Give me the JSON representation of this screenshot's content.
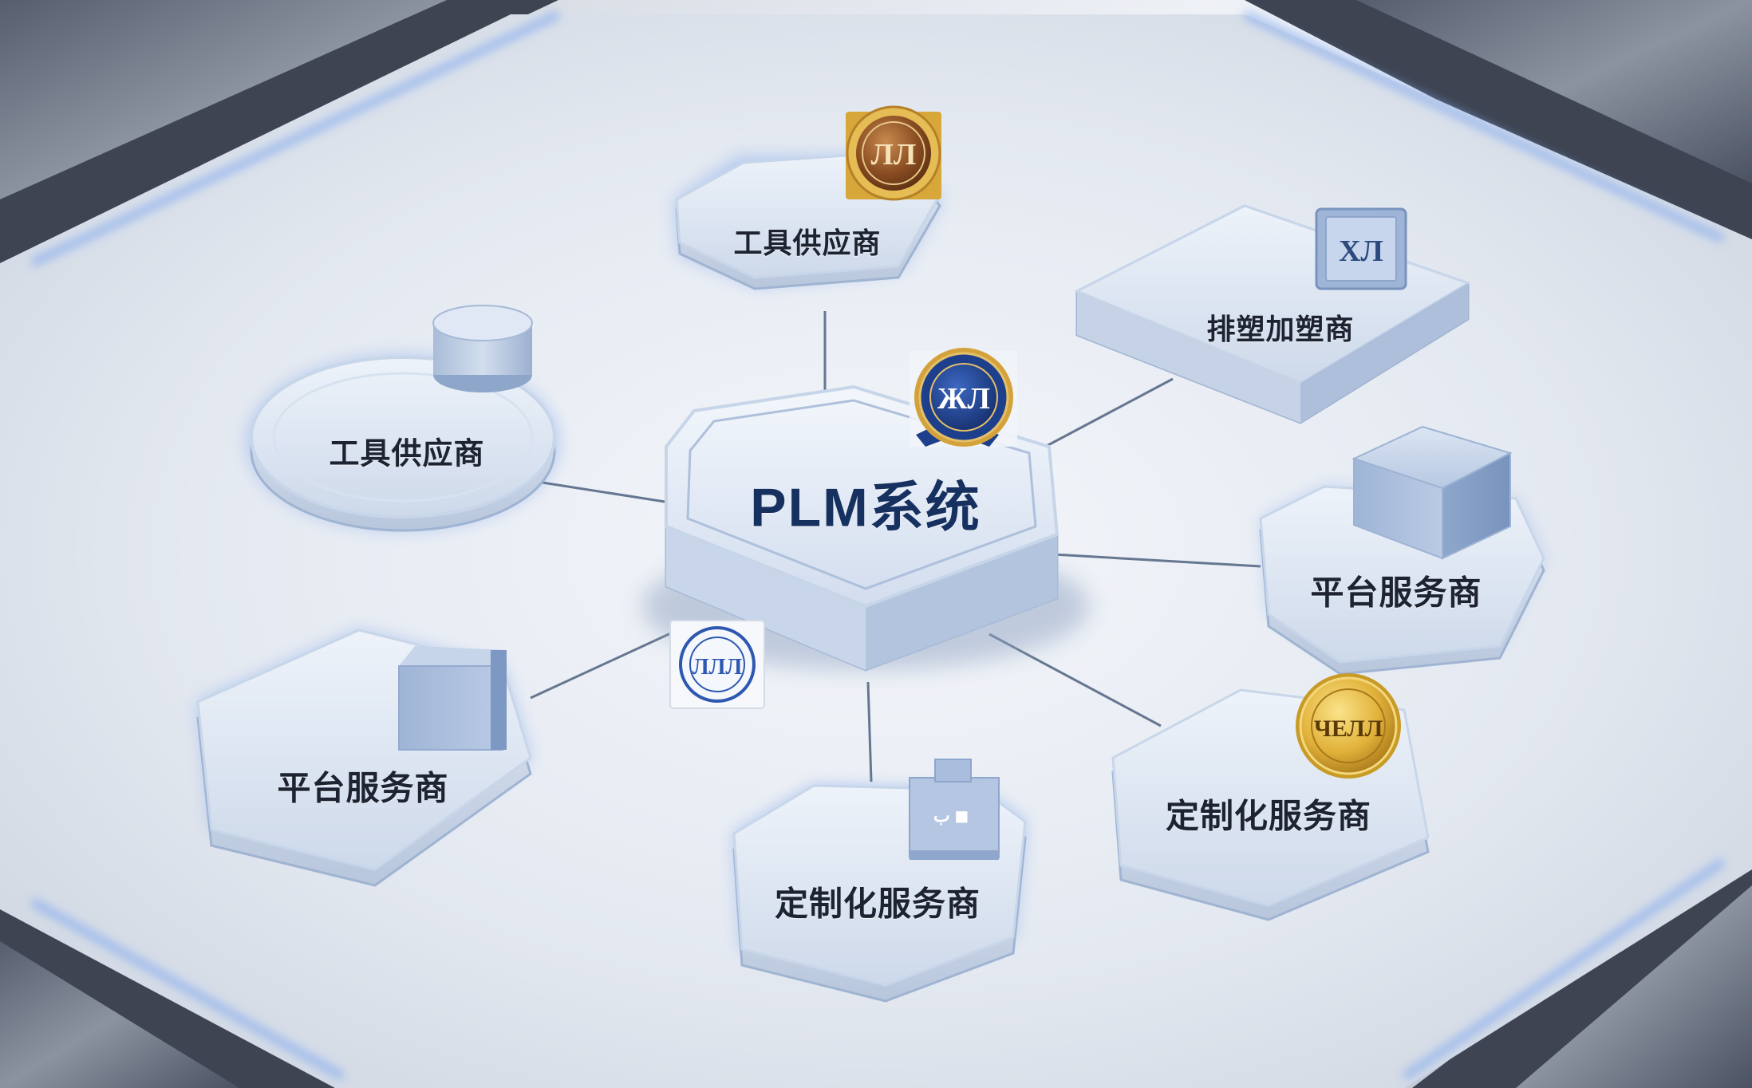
{
  "diagram": {
    "center": {
      "label": "PLM系统",
      "badge_text": "ЖЛ"
    },
    "nodes": [
      {
        "id": "top",
        "label": "工具供应商",
        "icon": "bronze-seal-badge-icon",
        "badge_text": "ЛЛ"
      },
      {
        "id": "left",
        "label": "工具供应商",
        "icon": "cylinder-icon"
      },
      {
        "id": "top-right",
        "label": "排塑加塑商",
        "icon": "glass-badge-icon",
        "badge_text": "ХЛ"
      },
      {
        "id": "right",
        "label": "平台服务商",
        "icon": "cube-icon"
      },
      {
        "id": "bottom-left",
        "label": "平台服务商",
        "icon": "cube-icon"
      },
      {
        "id": "bottom",
        "label": "定制化服务商",
        "icon": "bracket-box-icon",
        "badge_text": "ب ◼"
      },
      {
        "id": "bottom-right",
        "label": "定制化服务商",
        "icon": "gold-seal-badge-icon",
        "badge_text": "ЧЕЛЛ"
      }
    ],
    "extra_badges": [
      {
        "id": "blue-seal",
        "icon": "blue-round-seal-icon",
        "badge_text": "ЛЛЛ"
      }
    ],
    "colors": {
      "node_face": "#dde6f2",
      "node_edge": "#9fb4d2",
      "connector": "#4d607e",
      "center_text": "#16305f",
      "glow": "#5b8fe8",
      "gold": "#d9a92a",
      "bronze": "#8a4d22",
      "navy": "#1d3f8c"
    }
  }
}
